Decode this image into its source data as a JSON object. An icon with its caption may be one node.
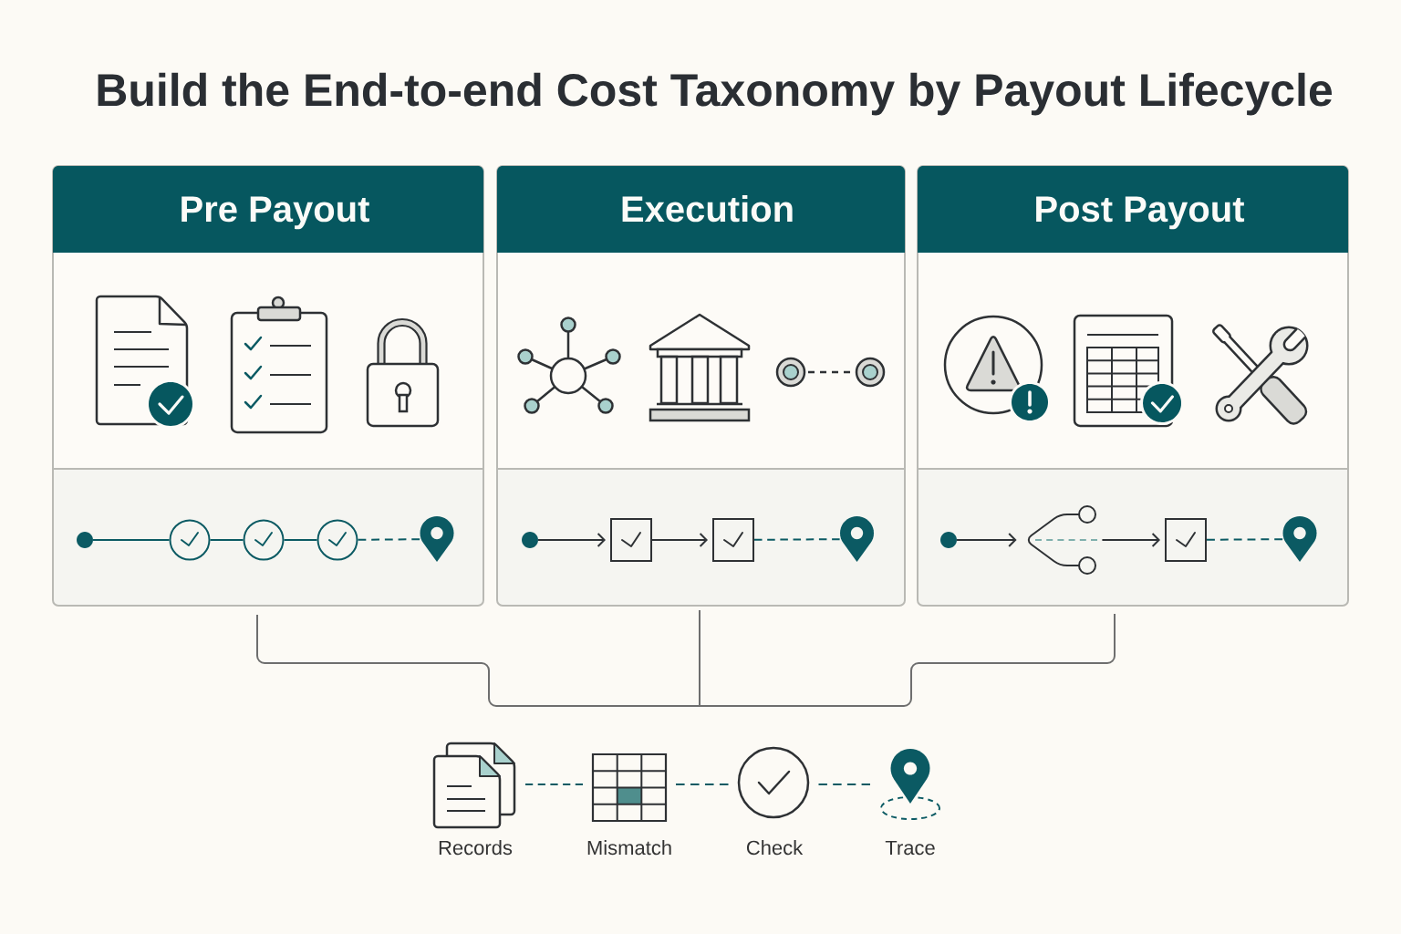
{
  "diagram": {
    "title": "Build the End-to-end Cost Taxonomy by Payout Lifecycle",
    "nodes": [
      {
        "text": [
          "Pre Payout"
        ]
      },
      {
        "text": [],
        "shape": "dot",
        "in": 0
      },
      {
        "text": [],
        "shape": "circle",
        "in": 0
      },
      {
        "text": [],
        "shape": "circle",
        "in": 0
      },
      {
        "text": [],
        "shape": "circle",
        "in": 0
      },
      {
        "text": [],
        "shape": "pin",
        "in": 0
      },
      {
        "text": [
          "Execution"
        ]
      },
      {
        "text": [],
        "shape": "dot",
        "in": 6
      },
      {
        "text": [],
        "shape": "box",
        "in": 6
      },
      {
        "text": [],
        "shape": "box",
        "in": 6
      },
      {
        "text": [],
        "shape": "pin",
        "in": 6
      },
      {
        "text": [
          "Post Payout"
        ]
      },
      {
        "text": [],
        "shape": "dot",
        "in": 11
      },
      {
        "text": [],
        "shape": "fork",
        "in": 11
      },
      {
        "text": [],
        "shape": "box",
        "in": 11
      },
      {
        "text": [],
        "shape": "pin",
        "in": 11
      },
      {
        "text": [
          "Records"
        ]
      },
      {
        "text": [
          "Mismatch"
        ]
      },
      {
        "text": [
          "Check"
        ]
      },
      {
        "text": [
          "Trace"
        ]
      }
    ],
    "edges": [
      {
        "from": 1,
        "to": 2,
        "arrow": "none"
      },
      {
        "from": 2,
        "to": 3,
        "arrow": "none"
      },
      {
        "from": 3,
        "to": 4,
        "arrow": "none"
      },
      {
        "from": 4,
        "to": 5,
        "arrow": "none",
        "style": "dashed"
      },
      {
        "from": 7,
        "to": 8,
        "arrow": "to",
        "color": "#2f3337"
      },
      {
        "from": 8,
        "to": 9,
        "arrow": "to",
        "color": "#2f3337"
      },
      {
        "from": 9,
        "to": 10,
        "arrow": "none",
        "style": "dashed"
      },
      {
        "from": 12,
        "to": 13,
        "arrow": "to",
        "color": "#2f3337"
      },
      {
        "from": 13,
        "to": 14,
        "arrow": "to",
        "color": "#2f3337"
      },
      {
        "from": 14,
        "to": 15,
        "arrow": "none",
        "style": "dashed"
      },
      {
        "from": 16,
        "to": 17,
        "arrow": "none",
        "style": "dashed"
      },
      {
        "from": 17,
        "to": 18,
        "arrow": "none",
        "style": "dashed"
      },
      {
        "from": 18,
        "to": 19,
        "arrow": "none",
        "style": "dashed"
      }
    ]
  }
}
